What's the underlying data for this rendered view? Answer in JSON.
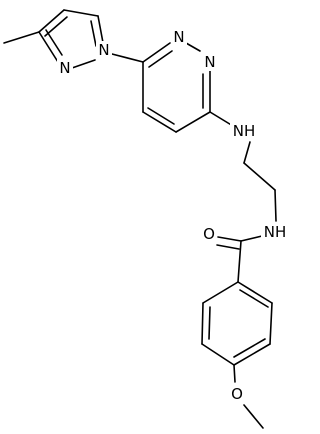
{
  "diagram": {
    "labels": {
      "pyrazole_n1": "N",
      "pyrazole_n2": "N",
      "pyridazine_n1": "N",
      "pyridazine_n2": "N",
      "amine_nh": "NH",
      "amide_nh": "NH",
      "carbonyl_o": "O",
      "methoxy_o": "O"
    },
    "colors": {
      "bond": "#000000",
      "label": "#000000",
      "background": "#ffffff"
    }
  }
}
